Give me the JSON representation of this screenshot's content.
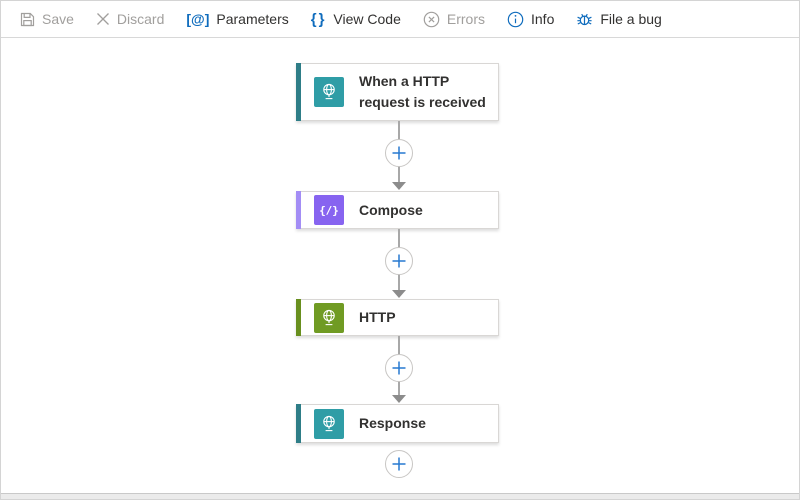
{
  "toolbar": {
    "items": [
      {
        "label": "Save",
        "icon": "save-icon",
        "enabled": false
      },
      {
        "label": "Discard",
        "icon": "discard-icon",
        "enabled": false
      },
      {
        "label": "Parameters",
        "icon": "parameters-icon",
        "glyph": "[@]",
        "enabled": true
      },
      {
        "label": "View Code",
        "icon": "view-code-icon",
        "glyph": "{}",
        "enabled": true
      },
      {
        "label": "Errors",
        "icon": "errors-icon",
        "enabled": false
      },
      {
        "label": "Info",
        "icon": "info-icon",
        "enabled": true
      },
      {
        "label": "File a bug",
        "icon": "bug-icon",
        "enabled": true
      }
    ]
  },
  "workflow": {
    "nodes": [
      {
        "title": "When a HTTP request is received",
        "type": "trigger",
        "icon": "http-request-trigger-icon",
        "icon_color": "#2f9da6",
        "accent_color": "#2e7d87"
      },
      {
        "title": "Compose",
        "type": "action",
        "icon": "compose-icon",
        "glyph": "{/}",
        "icon_color": "#8764f0",
        "accent_color": "#a38df5"
      },
      {
        "title": "HTTP",
        "type": "action",
        "icon": "http-icon",
        "icon_color": "#709b23",
        "accent_color": "#688f1e"
      },
      {
        "title": "Response",
        "type": "action",
        "icon": "response-icon",
        "icon_color": "#2f9da6",
        "accent_color": "#2e7d87"
      }
    ],
    "insert_step_buttons": 4
  },
  "colors": {
    "toolbar_icon_blue": "#0f6cbd",
    "disabled_gray": "#a19f9d",
    "text": "#323130",
    "connector_gray": "#a8a8a8",
    "plus_blue": "#2779d0",
    "card_border": "#d9d7d5"
  }
}
